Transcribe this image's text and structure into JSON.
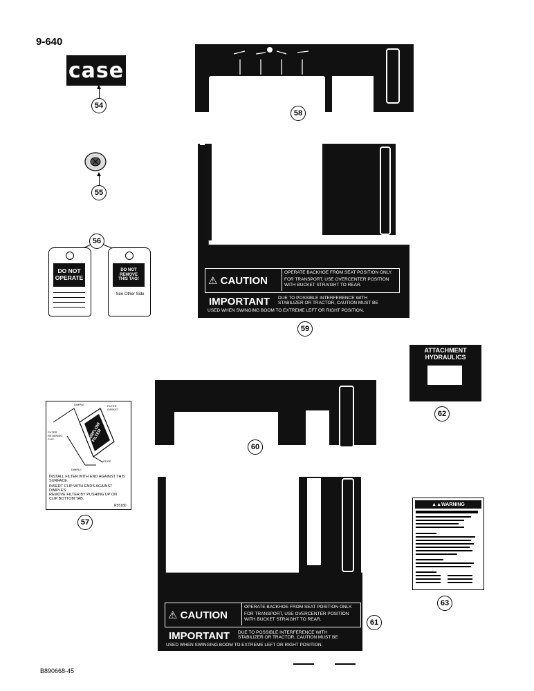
{
  "page_number": "9-640",
  "bottom_code": "B890668-45",
  "callouts": [
    "54",
    "55",
    "56",
    "57",
    "58",
    "59",
    "60",
    "61",
    "62",
    "63"
  ],
  "case_logo": "case",
  "tag1": {
    "text_line1": "DO NOT",
    "text_line2": "OPERATE"
  },
  "tag2": {
    "text_line1": "DO NOT REMOVE",
    "text_line2": "THIS TAG!",
    "note": "See Other Side"
  },
  "filter_decal": {
    "labels": {
      "dimple_top": "DIMPLE",
      "filter_gasket": "FILTER GASKET",
      "filter_retaining_clip": "FILTER RETAINING CLIP",
      "ledge": "LEDGE",
      "dimple_bottom": "DIMPLE",
      "airflow_filter": "AIRFLOW FILTER"
    },
    "bullets": [
      "INSTALL FILTER WITH END AGAINST THIS SURFACE.",
      "INSERT CLIP WITH ENDS AGAINST DIMPLES",
      "REMOVE FILTER BY PUSHING UP ON CLIP BOTTOM TAB."
    ],
    "code": "R55180"
  },
  "decal_59": {
    "caution": "CAUTION",
    "caution_line1": "OPERATE BACKHOE FROM SEAT POSITION ONLY.",
    "caution_line2": "FOR TRANSPORT, USE OVERCENTER POSITION WITH BUCKET STRAIGHT TO REAR.",
    "important": "IMPORTANT",
    "important_text1": "DUE TO POSSIBLE INTERFERENCE WITH",
    "important_text2": "STABILIZER OR TRACTOR, CAUTION MUST BE",
    "important_text3": "USED WHEN SWINGING BOOM TO EXTREME LEFT OR RIGHT POSITION."
  },
  "decal_61": {
    "caution": "CAUTION",
    "caution_line1": "OPERATE BACKHOE FROM SEAT POSITION ONLY.",
    "caution_line2": "FOR TRANSPORT, USE OVERCENTER POSITION WITH BUCKET STRAIGHT TO REAR.",
    "important": "IMPORTANT",
    "important_text1": "DUE TO POSSIBLE INTERFERENCE WITH",
    "important_text2": "STABILIZER OR TRACTOR, CAUTION MUST BE",
    "important_text3": "USED WHEN SWINGING BOOM TO EXTREME LEFT OR RIGHT POSITION."
  },
  "attachment_decal": {
    "line1": "ATTACHMENT",
    "line2": "HYDRAULICS"
  },
  "warning_decal": {
    "header": "WARNING"
  }
}
